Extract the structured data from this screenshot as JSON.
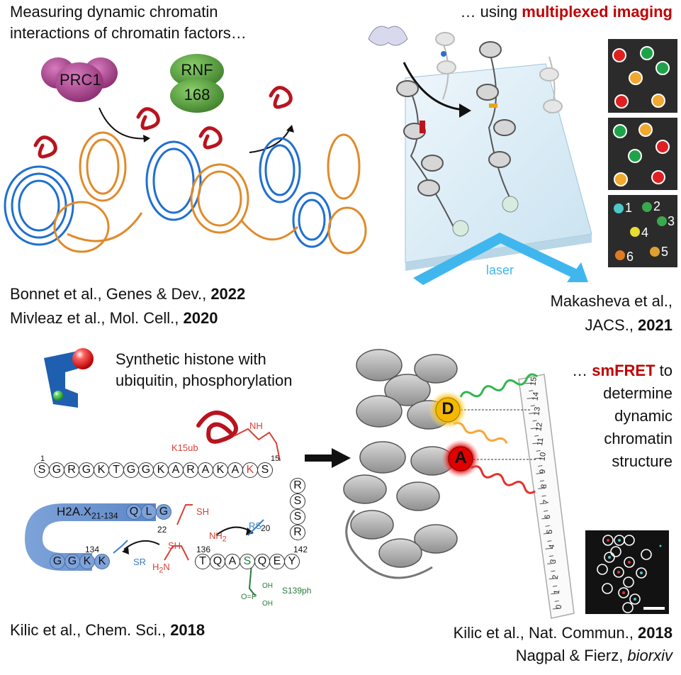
{
  "panels": {
    "top_left": {
      "heading_line1": "Measuring dynamic chromatin",
      "heading_line2": "interactions of chromatin factors…",
      "prc1_label": "PRC1",
      "rnf_label_line1": "RNF",
      "rnf_label_line2": "168",
      "ref1_text": "Bonnet et al., Genes & Dev., ",
      "ref1_year": "2022",
      "ref2_text": "Mivleaz et al., Mol. Cell., ",
      "ref2_year": "2020"
    },
    "top_right": {
      "heading_prefix": "… using ",
      "heading_emph": "multiplexed imaging",
      "laser_label": "laser",
      "spot_numbers": [
        "1",
        "2",
        "3",
        "4",
        "5",
        "6"
      ],
      "ref_line1": "Makasheva et al.,",
      "ref_line2_text": "JACS., ",
      "ref_line2_year": "2021"
    },
    "bottom_left": {
      "synthetic_line1": "Synthetic histone with",
      "synthetic_line2": "ubiquitin, phosphorylation",
      "k15ub_label": "K15ub",
      "pos_1": "1",
      "pos_15": "15",
      "pos_20": "20",
      "pos_22": "22",
      "pos_134": "134",
      "pos_136": "136",
      "pos_142": "142",
      "h2ax_label": "H2A.X",
      "h2ax_sub": "21-134",
      "sh_label_1": "SH",
      "sh_label_2": "SH",
      "nh2_label_1": "NH",
      "nh2_label_2": "H",
      "rs_label": "RS",
      "sr_label": "SR",
      "s139ph_label": "S139ph",
      "oh_label_1": "OH",
      "oh_label_2": "OH",
      "row1_residues": [
        "S",
        "G",
        "R",
        "G",
        "K",
        "T",
        "G",
        "G",
        "K",
        "A",
        "R",
        "A",
        "K",
        "A",
        "K",
        "S"
      ],
      "column_residues": [
        "R",
        "S",
        "S",
        "R"
      ],
      "row2_residues": [
        "Q",
        "L",
        "G"
      ],
      "row3_left": [
        "G",
        "G",
        "K",
        "K"
      ],
      "row3_right": [
        "T",
        "Q",
        "A",
        "S",
        "Q",
        "E",
        "Y"
      ],
      "ref_text": "Kilic et al., Chem. Sci., ",
      "ref_year": "2018"
    },
    "bottom_right": {
      "heading_prefix": "… ",
      "heading_emph": "smFRET",
      "heading_suffix": " to",
      "line2": "determine",
      "line3": "dynamic",
      "line4": "chromatin",
      "line5": "structure",
      "donor_label": "D",
      "acceptor_label": "A",
      "ruler_numbers": [
        "0",
        "1",
        "2",
        "3",
        "4",
        "5",
        "6",
        "7",
        "8",
        "9",
        "10",
        "11",
        "12",
        "13",
        "14",
        "15"
      ],
      "ref1_text": "Kilic et al., Nat. Commun., ",
      "ref1_year": "2018",
      "ref2_text": "Nagpal & Fierz, ",
      "ref2_emph": "biorxiv"
    }
  },
  "colors": {
    "accent_red": "#c00000",
    "dna_blue": "#1f6fd1",
    "dna_orange": "#e08a2a",
    "ubiquitin_red": "#b8141f",
    "prc1_purple": "#a13a82",
    "rnf_green": "#4f9a38",
    "laser_blue": "#3fb7ee",
    "synthetic_blue": "#7da3d9",
    "sequence_red": "#d94036",
    "sequence_green": "#2a7a3b"
  }
}
